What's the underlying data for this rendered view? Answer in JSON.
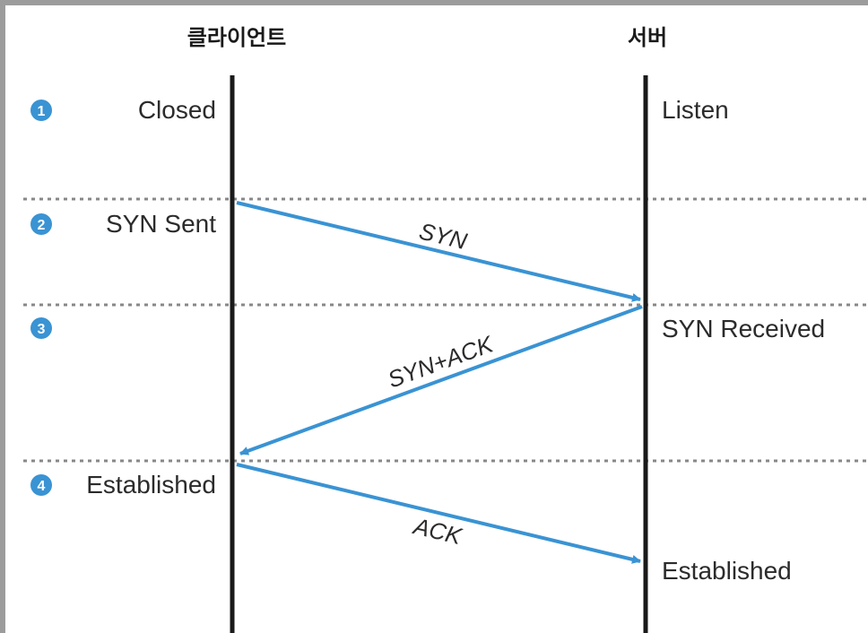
{
  "headers": {
    "client": "클라이언트",
    "server": "서버"
  },
  "steps": [
    {
      "number": "1",
      "client_state": "Closed",
      "server_state": "Listen"
    },
    {
      "number": "2",
      "client_state": "SYN Sent",
      "server_state": ""
    },
    {
      "number": "3",
      "client_state": "",
      "server_state": "SYN Received"
    },
    {
      "number": "4",
      "client_state": "Established",
      "server_state": "Established"
    }
  ],
  "messages": [
    {
      "label": "SYN",
      "direction": "client-to-server"
    },
    {
      "label": "SYN+ACK",
      "direction": "server-to-client"
    },
    {
      "label": "ACK",
      "direction": "client-to-server"
    }
  ],
  "colors": {
    "arrow": "#3a93d3",
    "step_badge": "#3a93d3",
    "lifeline": "#1a1a1a",
    "divider": "#888888"
  }
}
